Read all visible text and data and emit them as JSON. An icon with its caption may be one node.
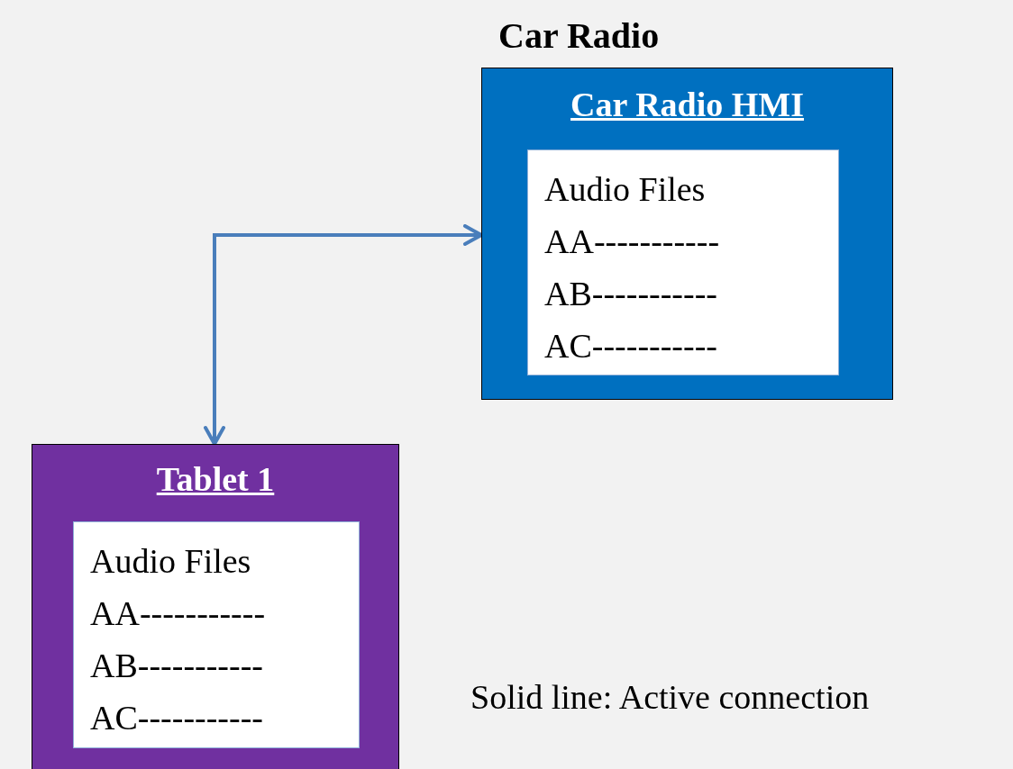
{
  "diagram": {
    "nodes": [
      {
        "text": [
          "Car Radio",
          "Car Radio HMI"
        ]
      },
      {
        "text": [
          "Audio Files",
          "AA-----------",
          "AB-----------",
          "AC-----------"
        ],
        "in": 0
      },
      {
        "text": [
          "Tablet 1"
        ]
      },
      {
        "text": [
          "Audio Files",
          "AA-----------",
          "AB-----------",
          "AC-----------"
        ],
        "in": 2
      }
    ],
    "edges": [
      {
        "from": 2,
        "to": 0,
        "arrow": "both"
      }
    ],
    "labels": [
      "Solid line: Active connection"
    ]
  }
}
